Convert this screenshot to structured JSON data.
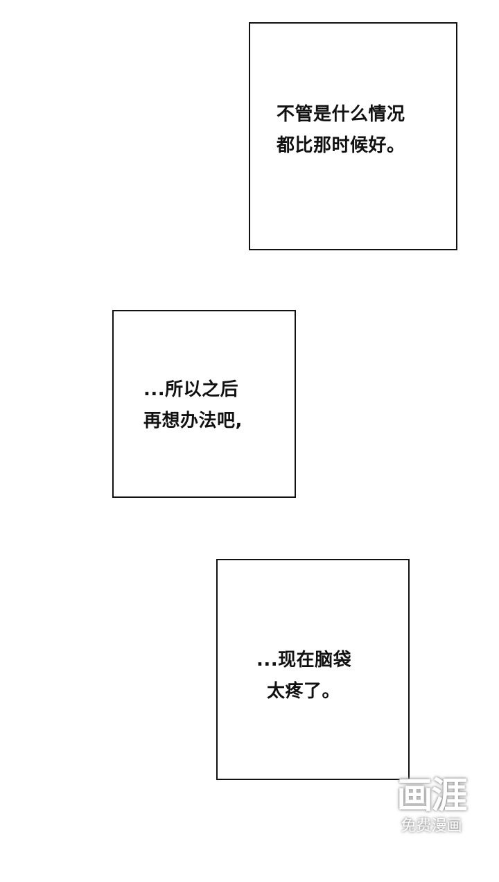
{
  "panels": [
    {
      "lines": [
        "不管是什么情况",
        "都比那时候好。"
      ]
    },
    {
      "lines": [
        "...所以之后",
        "再想办法吧,"
      ]
    },
    {
      "lines": [
        "...现在脑袋",
        "太疼了。"
      ]
    }
  ],
  "watermark": {
    "logo": "画涯",
    "subtitle": "免费漫画"
  }
}
